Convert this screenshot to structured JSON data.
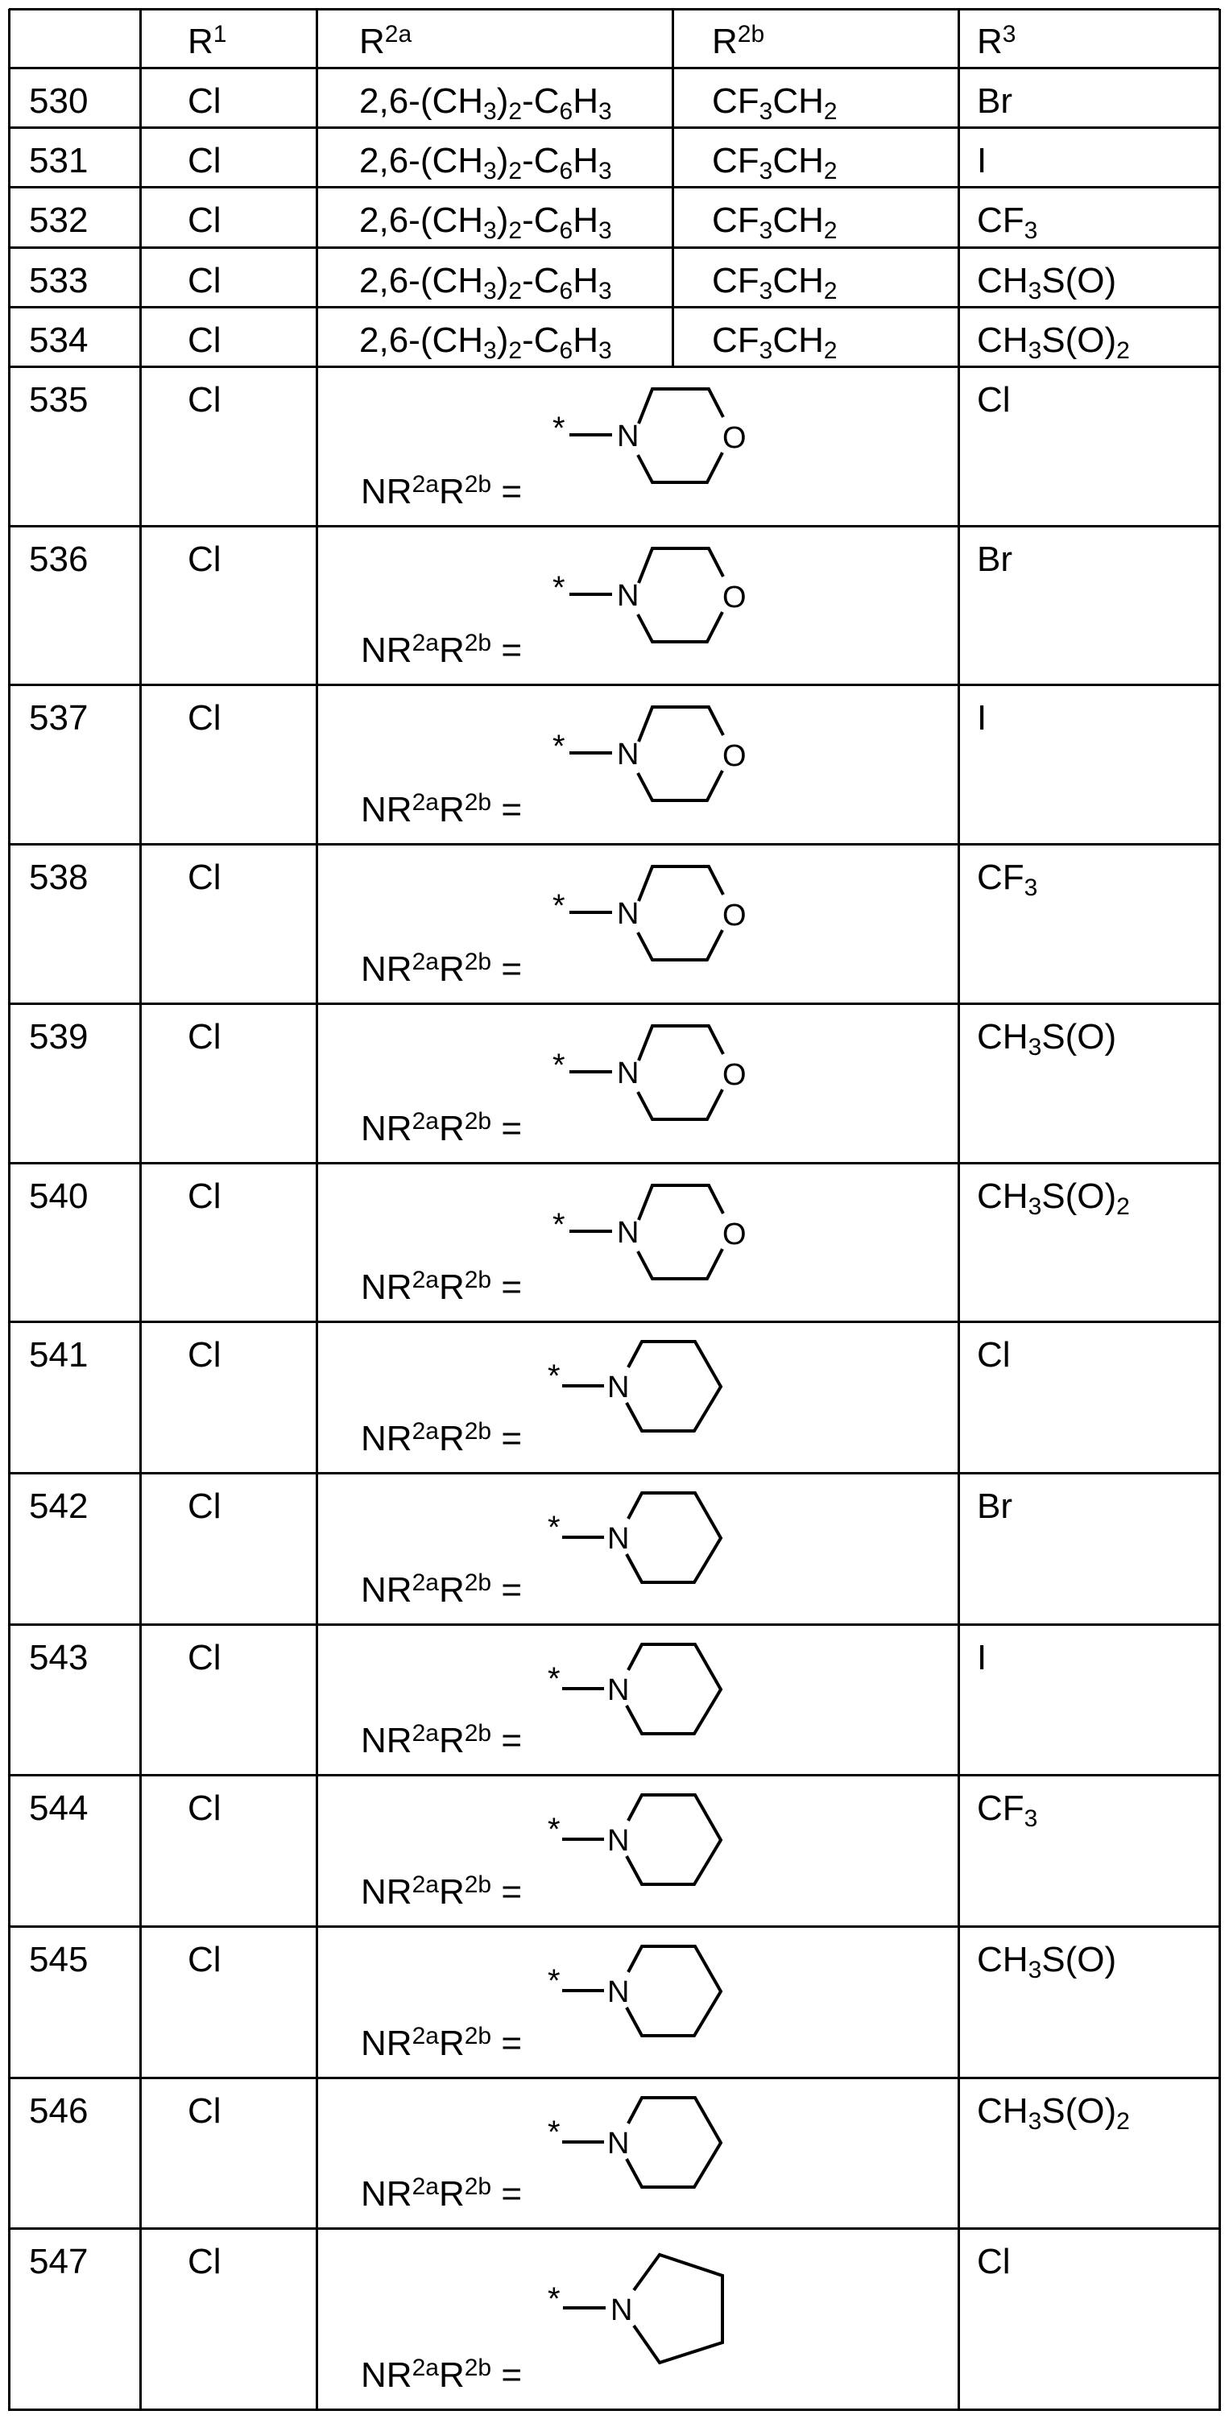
{
  "table": {
    "columns": [
      {
        "key": "id",
        "label": ""
      },
      {
        "key": "r1",
        "label": "R",
        "sup": "1"
      },
      {
        "key": "r2a",
        "label": "R",
        "sup": "2a"
      },
      {
        "key": "r2b",
        "label": "R",
        "sup": "2b"
      },
      {
        "key": "r3",
        "label": "R",
        "sup": "3"
      }
    ],
    "nr_label": {
      "main1": "NR",
      "sup1": "2a",
      "main2": "R",
      "sup2": "2b",
      "tail": " ="
    },
    "rows": [
      {
        "id": "530",
        "r1": "Cl",
        "r2a": "2,6-(CH3)2-C6H3",
        "r2b": "CF3CH2",
        "r3": "Br",
        "type": "plain"
      },
      {
        "id": "531",
        "r1": "Cl",
        "r2a": "2,6-(CH3)2-C6H3",
        "r2b": "CF3CH2",
        "r3": "I",
        "type": "plain"
      },
      {
        "id": "532",
        "r1": "Cl",
        "r2a": "2,6-(CH3)2-C6H3",
        "r2b": "CF3CH2",
        "r3": "CF3",
        "type": "plain"
      },
      {
        "id": "533",
        "r1": "Cl",
        "r2a": "2,6-(CH3)2-C6H3",
        "r2b": "CF3CH2",
        "r3": "CH3S(O)",
        "type": "plain"
      },
      {
        "id": "534",
        "r1": "Cl",
        "r2a": "2,6-(CH3)2-C6H3",
        "r2b": "CF3CH2",
        "r3": "CH3S(O)2",
        "type": "plain"
      },
      {
        "id": "535",
        "r1": "Cl",
        "nr2ar2b": "morpholin-4-yl",
        "r3": "Cl",
        "type": "morpholine"
      },
      {
        "id": "536",
        "r1": "Cl",
        "nr2ar2b": "morpholin-4-yl",
        "r3": "Br",
        "type": "morpholine"
      },
      {
        "id": "537",
        "r1": "Cl",
        "nr2ar2b": "morpholin-4-yl",
        "r3": "I",
        "type": "morpholine"
      },
      {
        "id": "538",
        "r1": "Cl",
        "nr2ar2b": "morpholin-4-yl",
        "r3": "CF3",
        "type": "morpholine"
      },
      {
        "id": "539",
        "r1": "Cl",
        "nr2ar2b": "morpholin-4-yl",
        "r3": "CH3S(O)",
        "type": "morpholine"
      },
      {
        "id": "540",
        "r1": "Cl",
        "nr2ar2b": "morpholin-4-yl",
        "r3": "CH3S(O)2",
        "type": "morpholine"
      },
      {
        "id": "541",
        "r1": "Cl",
        "nr2ar2b": "piperidin-1-yl",
        "r3": "Cl",
        "type": "piperidine"
      },
      {
        "id": "542",
        "r1": "Cl",
        "nr2ar2b": "piperidin-1-yl",
        "r3": "Br",
        "type": "piperidine"
      },
      {
        "id": "543",
        "r1": "Cl",
        "nr2ar2b": "piperidin-1-yl",
        "r3": "I",
        "type": "piperidine"
      },
      {
        "id": "544",
        "r1": "Cl",
        "nr2ar2b": "piperidin-1-yl",
        "r3": "CF3",
        "type": "piperidine"
      },
      {
        "id": "545",
        "r1": "Cl",
        "nr2ar2b": "piperidin-1-yl",
        "r3": "CH3S(O)",
        "type": "piperidine"
      },
      {
        "id": "546",
        "r1": "Cl",
        "nr2ar2b": "piperidin-1-yl",
        "r3": "CH3S(O)2",
        "type": "piperidine"
      },
      {
        "id": "547",
        "r1": "Cl",
        "nr2ar2b": "pyrrolidin-1-yl",
        "r3": "Cl",
        "type": "pyrrolidine"
      }
    ]
  },
  "structure_labels": {
    "attach": "*",
    "nitrogen": "N",
    "oxygen": "O"
  }
}
